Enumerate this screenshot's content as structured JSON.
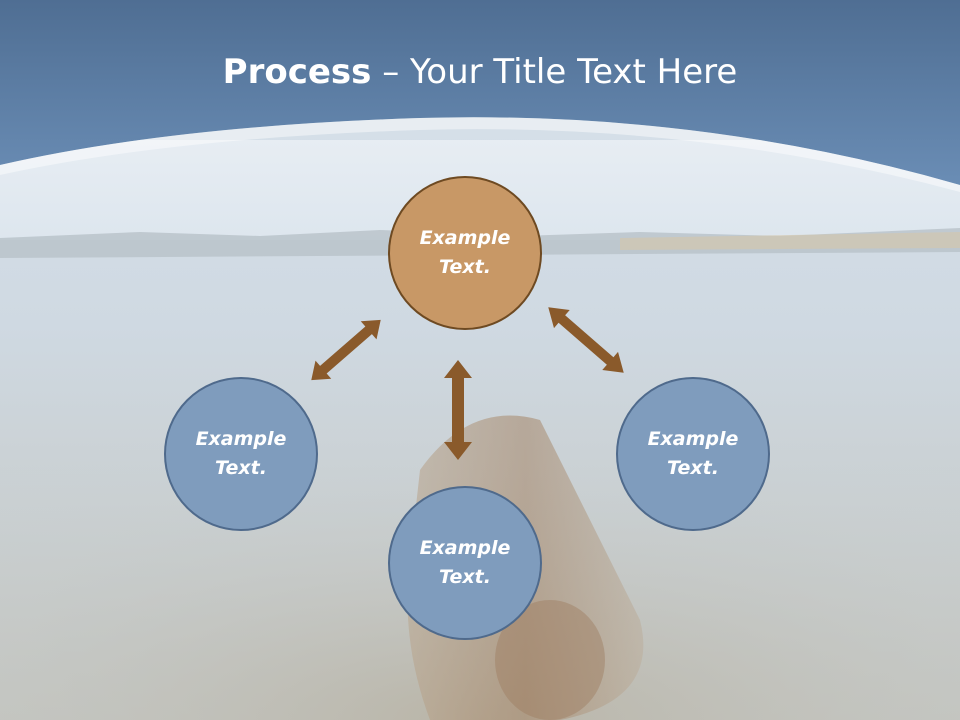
{
  "slide": {
    "title_bold": "Process",
    "title_dash": " – ",
    "title_rest": "Your Title Text Here"
  },
  "diagram": {
    "center_node": {
      "line1": "Example",
      "line2": "Text."
    },
    "left_node": {
      "line1": "Example",
      "line2": "Text."
    },
    "bottom_node": {
      "line1": "Example",
      "line2": "Text."
    },
    "right_node": {
      "line1": "Example",
      "line2": "Text."
    }
  },
  "colors": {
    "header_blue": "#5b7aa0",
    "primary_node": "#c89866",
    "secondary_node": "#7f9cbd",
    "arrow": "#8a5a2b"
  }
}
